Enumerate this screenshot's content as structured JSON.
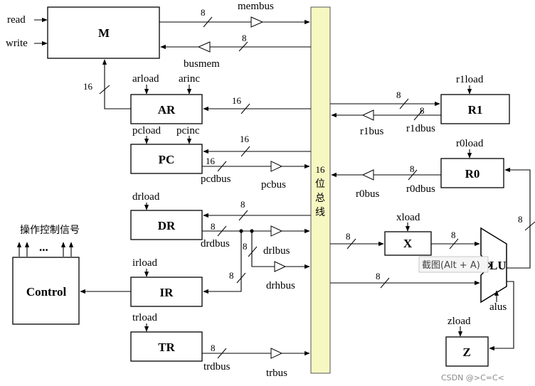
{
  "inputs": {
    "read": "read",
    "write": "write"
  },
  "registers": {
    "m": "M",
    "ar": "AR",
    "pc": "PC",
    "dr": "DR",
    "ir": "IR",
    "tr": "TR",
    "control": "Control",
    "r1": "R1",
    "r0": "R0",
    "x": "X",
    "z": "Z",
    "alu": "LU"
  },
  "control_signals": {
    "arload": "arload",
    "arinc": "arinc",
    "pcload": "pcload",
    "pcinc": "pcinc",
    "drload": "drload",
    "irload": "irload",
    "trload": "trload",
    "r1load": "r1load",
    "r0load": "r0load",
    "xload": "xload",
    "zload": "zload"
  },
  "buffers": {
    "membus": "membus",
    "busmem": "busmem",
    "pcdbus": "pcdbus",
    "pcbus": "pcbus",
    "drdbus": "drdbus",
    "drlbus": "drlbus",
    "drhbus": "drhbus",
    "trdbus": "trdbus",
    "trbus": "trbus",
    "r1bus": "r1bus",
    "r1dbus": "r1dbus",
    "r0bus": "r0bus",
    "r0dbus": "r0dbus",
    "alus": "alus"
  },
  "widths": {
    "w_membus": "8",
    "w_busmem": "8",
    "w_m_ar": "16",
    "w_ar": "16",
    "w_pc_in": "16",
    "w_pcdbus": "16",
    "w_dr_in": "8",
    "w_drdbus": "8",
    "w_drhbus": "8",
    "w_drlbus": "8",
    "w_tr": "8",
    "w_r1_in": "8",
    "w_r1_out": "8",
    "w_r0_out": "8",
    "w_x_in": "8",
    "w_x_alu": "8",
    "w_bus_alu": "8",
    "w_alu_r0": "8"
  },
  "bus_label": [
    "16",
    "位",
    "总",
    "线"
  ],
  "control_outputs_label": "操作控制信号",
  "control_dots": "...",
  "tooltip": "截图(Alt + A)",
  "watermark": "CSDN @>C=C<"
}
